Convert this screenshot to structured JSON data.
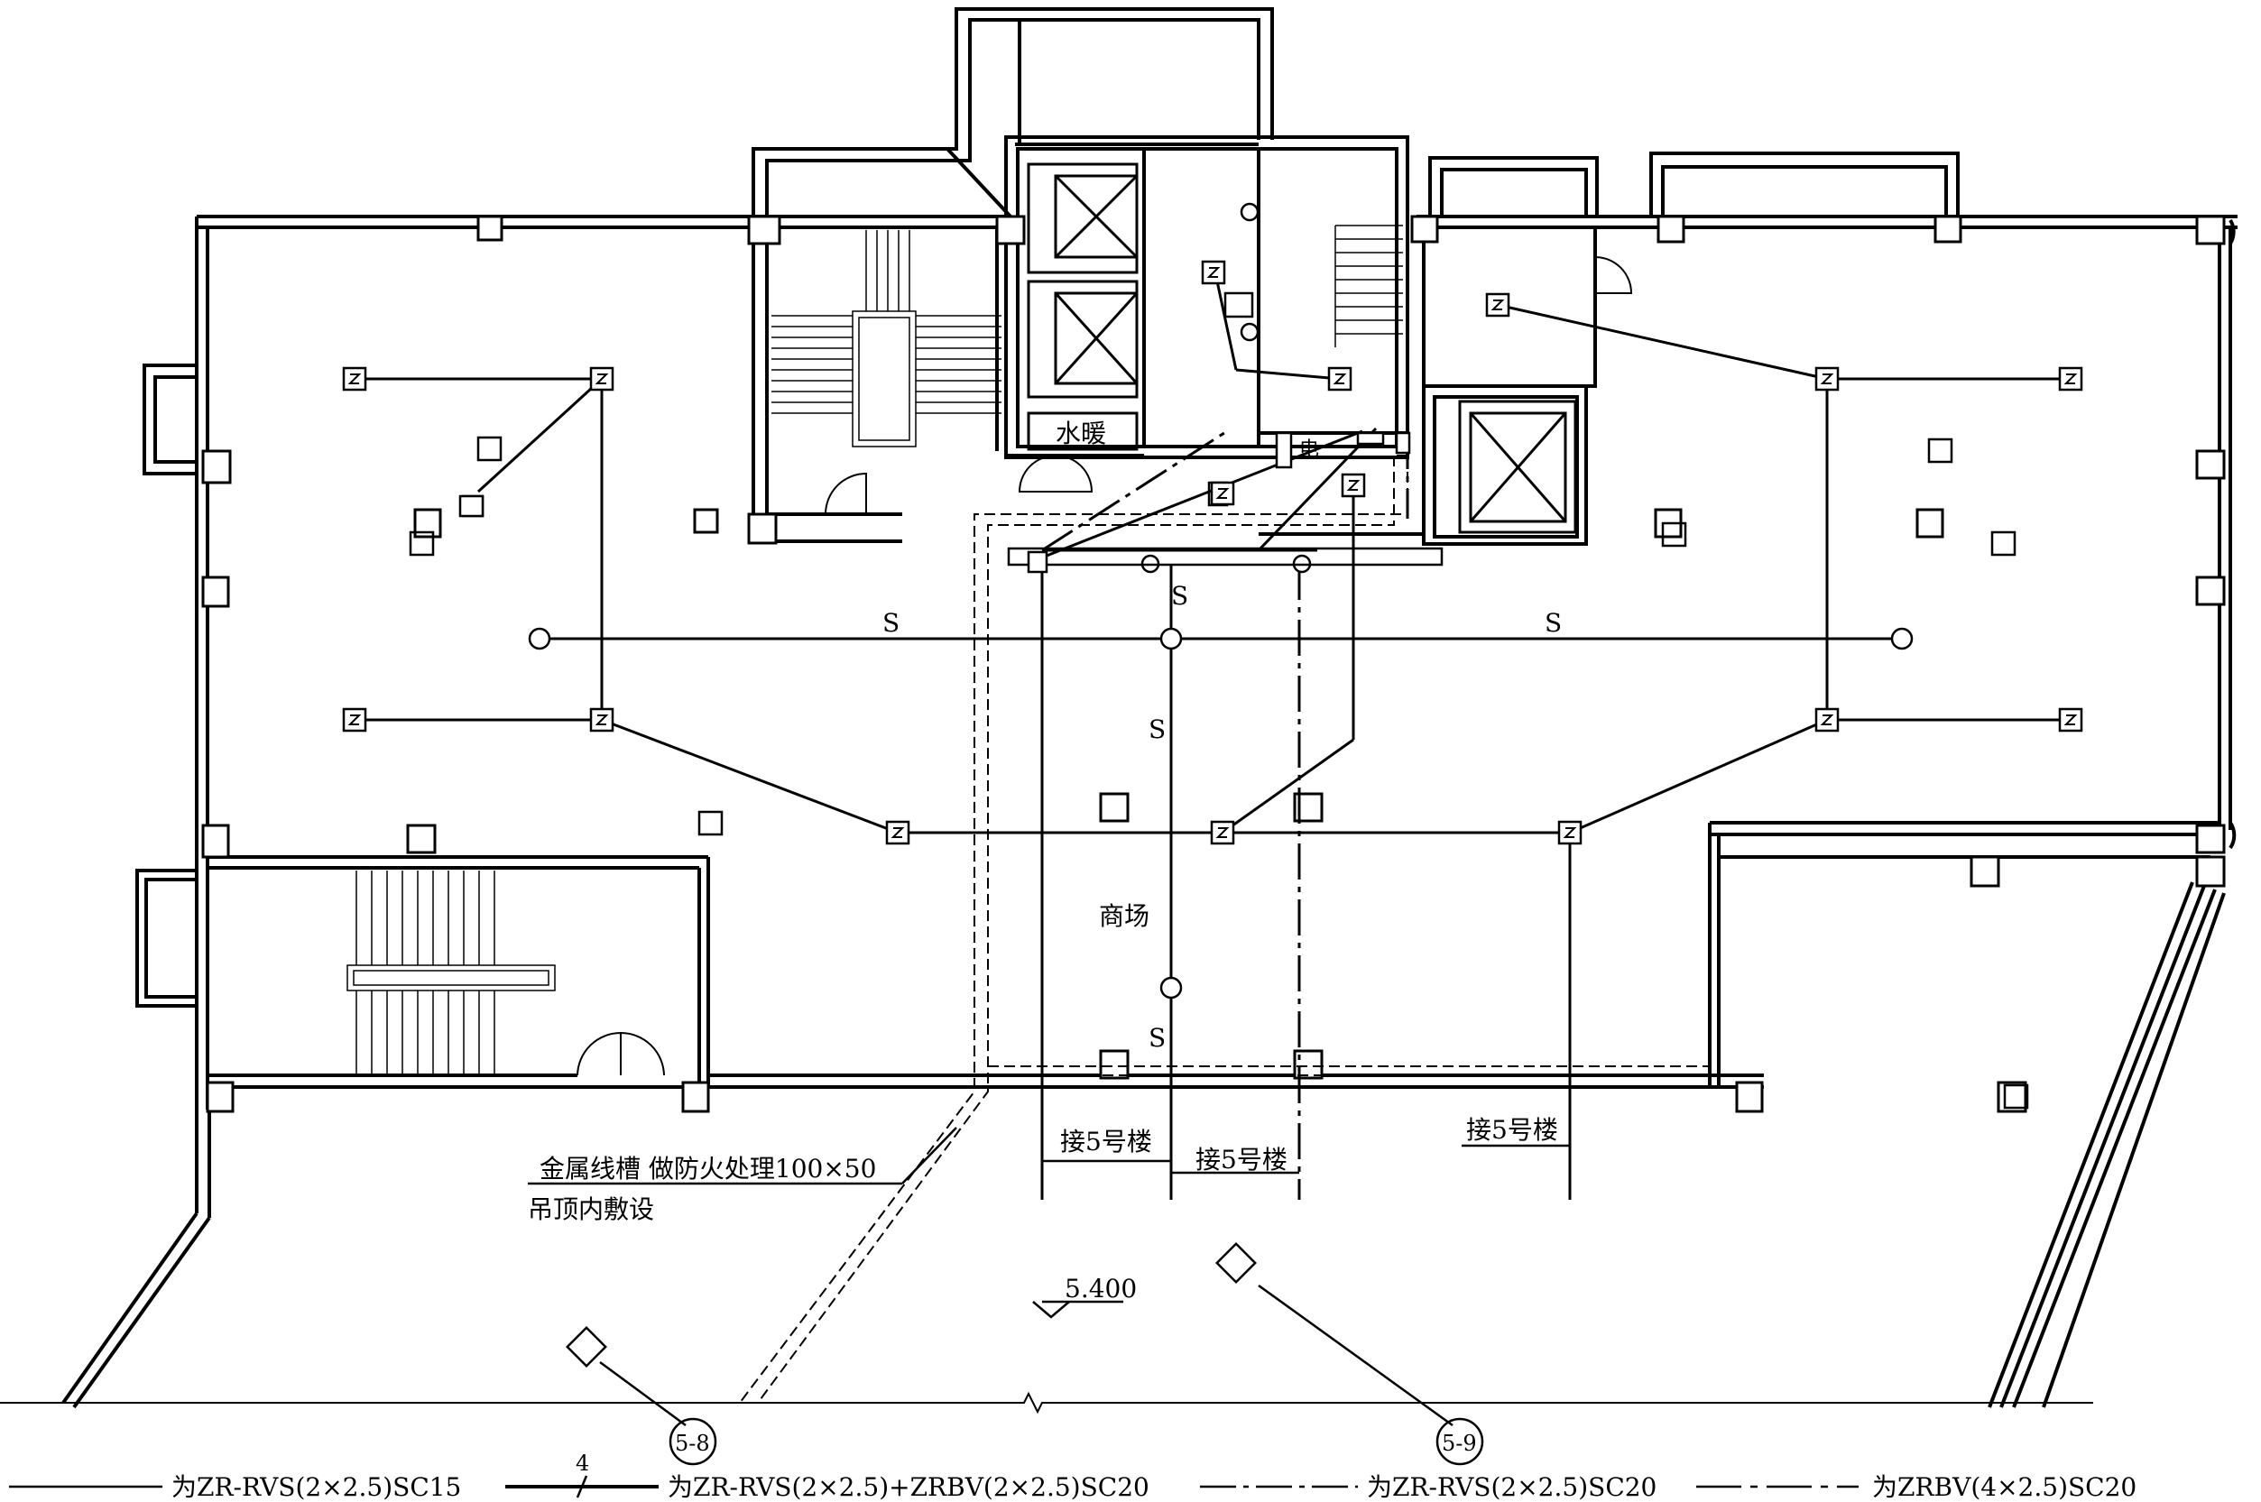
{
  "labels": {
    "water_heating": "水暖",
    "electric": "电",
    "mall": "商场",
    "conn_1": "接5号楼",
    "conn_2": "接5号楼",
    "conn_3": "接5号楼",
    "trunking_line1": "金属线槽 做防火处理100×50",
    "trunking_line2": "吊顶内敷设",
    "elevation": "5.400",
    "detail_1": "5-8",
    "detail_2": "5-9",
    "s_1": "S",
    "s_2": "S",
    "s_3": "S",
    "s_4": "S",
    "s_5": "S"
  },
  "legend": {
    "item1": "为ZR-RVS(2×2.5)SC15",
    "item2_count": "4",
    "item2": "为ZR-RVS(2×2.5)+ZRBV(2×2.5)SC20",
    "item3": "为ZR-RVS(2×2.5)SC20",
    "item4": "为ZRBV(4×2.5)SC20"
  }
}
